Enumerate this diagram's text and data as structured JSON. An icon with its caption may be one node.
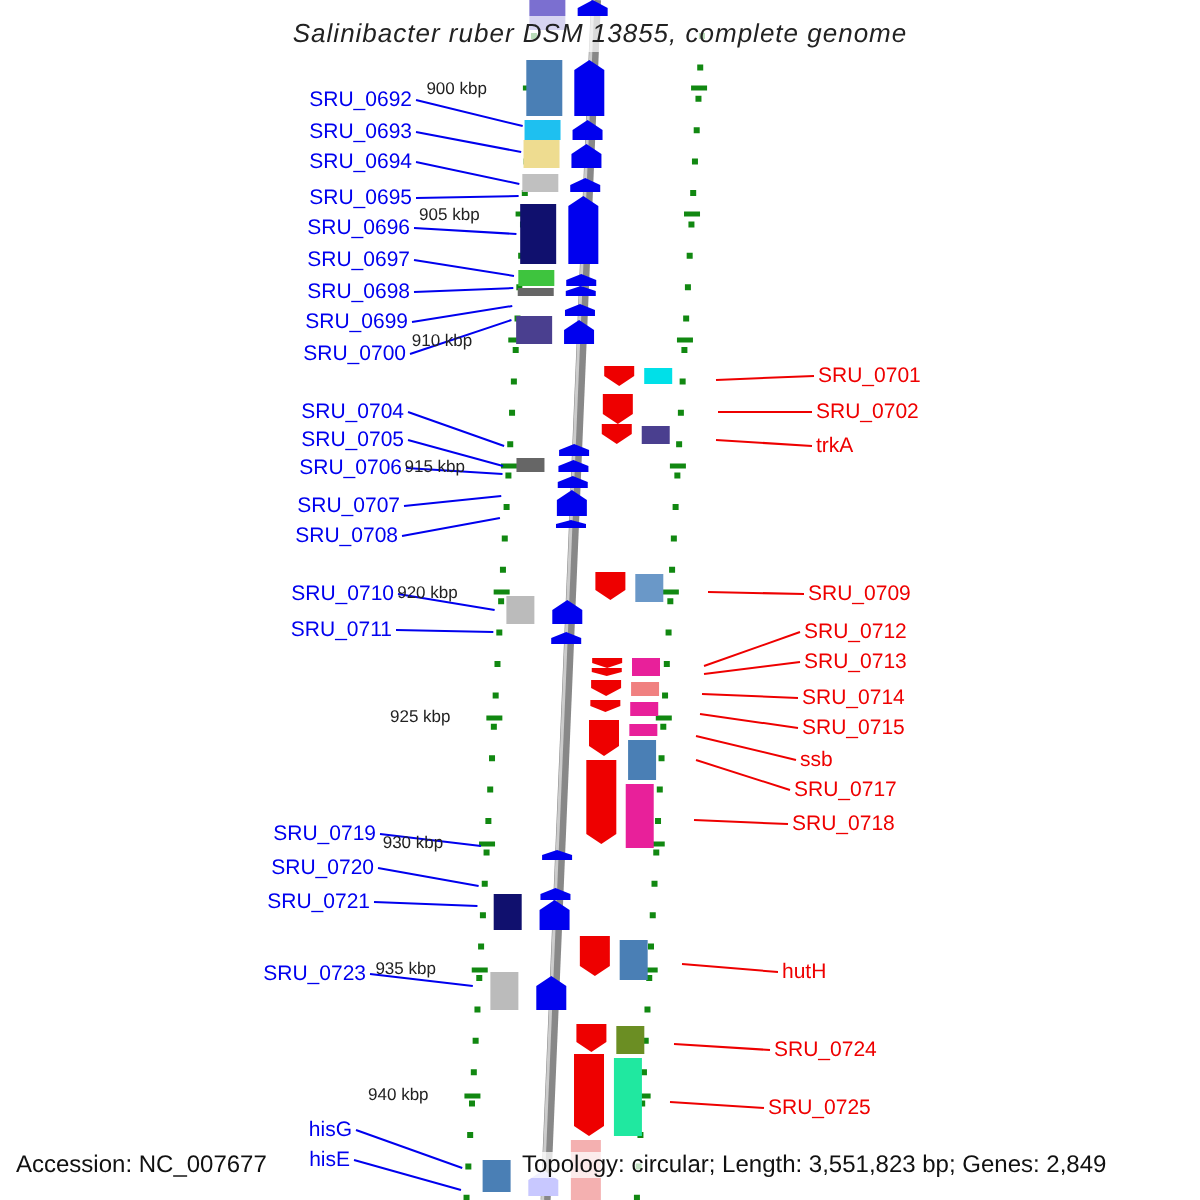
{
  "diagram": {
    "title": "Salinibacter ruber DSM 13855, complete genome",
    "nodes": [
      {
        "text": [
          "SRU_0692"
        ]
      },
      {
        "text": [
          "SRU_0693"
        ]
      },
      {
        "text": [
          "SRU_0694"
        ]
      },
      {
        "text": [
          "SRU_0695"
        ]
      },
      {
        "text": [
          "SRU_0696"
        ]
      },
      {
        "text": [
          "SRU_0697"
        ]
      },
      {
        "text": [
          "SRU_0698"
        ]
      },
      {
        "text": [
          "SRU_0699"
        ]
      },
      {
        "text": [
          "SRU_0700"
        ]
      },
      {
        "text": [
          "SRU_0701"
        ]
      },
      {
        "text": [
          "SRU_0702"
        ]
      },
      {
        "text": [
          "trkA"
        ]
      },
      {
        "text": [
          "SRU_0704"
        ]
      },
      {
        "text": [
          "SRU_0705"
        ]
      },
      {
        "text": [
          "SRU_0706"
        ]
      },
      {
        "text": [
          "SRU_0707"
        ]
      },
      {
        "text": [
          "SRU_0708"
        ]
      },
      {
        "text": [
          "SRU_0710"
        ]
      },
      {
        "text": [
          "SRU_0709"
        ]
      },
      {
        "text": [
          "SRU_0711"
        ]
      },
      {
        "text": [
          "SRU_0712"
        ]
      },
      {
        "text": [
          "SRU_0713"
        ]
      },
      {
        "text": [
          "SRU_0714"
        ]
      },
      {
        "text": [
          "SRU_0715"
        ]
      },
      {
        "text": [
          "ssb"
        ]
      },
      {
        "text": [
          "SRU_0717"
        ]
      },
      {
        "text": [
          "SRU_0718"
        ]
      },
      {
        "text": [
          "SRU_0719"
        ]
      },
      {
        "text": [
          "SRU_0720"
        ]
      },
      {
        "text": [
          "SRU_0721"
        ]
      },
      {
        "text": [
          "hutH"
        ]
      },
      {
        "text": [
          "SRU_0723"
        ]
      },
      {
        "text": [
          "SRU_0724"
        ]
      },
      {
        "text": [
          "SRU_0725"
        ]
      },
      {
        "text": [
          "hisG"
        ]
      },
      {
        "text": [
          "hisE"
        ]
      }
    ],
    "edges": [
      {
        "from": 0,
        "to": null,
        "arrow": "none"
      },
      {
        "from": 1,
        "to": null,
        "arrow": "none"
      },
      {
        "from": 2,
        "to": null,
        "arrow": "none"
      },
      {
        "from": 3,
        "to": null,
        "arrow": "none"
      },
      {
        "from": 4,
        "to": null,
        "arrow": "none"
      },
      {
        "from": 5,
        "to": null,
        "arrow": "none"
      },
      {
        "from": 6,
        "to": null,
        "arrow": "none"
      },
      {
        "from": 7,
        "to": null,
        "arrow": "none"
      },
      {
        "from": 8,
        "to": null,
        "arrow": "none"
      },
      {
        "from": 9,
        "to": null,
        "arrow": "none",
        "color": "#ee0000"
      },
      {
        "from": 10,
        "to": null,
        "arrow": "none",
        "color": "#ee0000"
      },
      {
        "from": 11,
        "to": null,
        "arrow": "none",
        "color": "#ee0000"
      },
      {
        "from": 12,
        "to": null,
        "arrow": "none"
      },
      {
        "from": 13,
        "to": null,
        "arrow": "none"
      },
      {
        "from": 14,
        "to": null,
        "arrow": "none"
      },
      {
        "from": 15,
        "to": null,
        "arrow": "none"
      },
      {
        "from": 16,
        "to": null,
        "arrow": "none"
      },
      {
        "from": 17,
        "to": null,
        "arrow": "none"
      },
      {
        "from": 18,
        "to": null,
        "arrow": "none",
        "color": "#ee0000"
      },
      {
        "from": 19,
        "to": null,
        "arrow": "none"
      },
      {
        "from": 20,
        "to": null,
        "arrow": "none",
        "color": "#ee0000"
      },
      {
        "from": 21,
        "to": null,
        "arrow": "none",
        "color": "#ee0000"
      },
      {
        "from": 22,
        "to": null,
        "arrow": "none",
        "color": "#ee0000"
      },
      {
        "from": 23,
        "to": null,
        "arrow": "none",
        "color": "#ee0000"
      },
      {
        "from": 24,
        "to": null,
        "arrow": "none",
        "color": "#ee0000"
      },
      {
        "from": 25,
        "to": null,
        "arrow": "none",
        "color": "#ee0000"
      },
      {
        "from": 26,
        "to": null,
        "arrow": "none",
        "color": "#ee0000"
      },
      {
        "from": 27,
        "to": null,
        "arrow": "none"
      },
      {
        "from": 28,
        "to": null,
        "arrow": "none"
      },
      {
        "from": 29,
        "to": null,
        "arrow": "none"
      },
      {
        "from": 30,
        "to": null,
        "arrow": "none",
        "color": "#ee0000"
      },
      {
        "from": 31,
        "to": null,
        "arrow": "none"
      },
      {
        "from": 32,
        "to": null,
        "arrow": "none",
        "color": "#ee0000"
      },
      {
        "from": 33,
        "to": null,
        "arrow": "none",
        "color": "#ee0000"
      },
      {
        "from": 34,
        "to": null,
        "arrow": "none"
      },
      {
        "from": 35,
        "to": null,
        "arrow": "none"
      }
    ],
    "labels": [
      "900 kbp",
      "905 kbp",
      "910 kbp",
      "915 kbp",
      "920 kbp",
      "925 kbp",
      "930 kbp",
      "935 kbp",
      "940 kbp",
      "Accession: NC_007677",
      "Topology: circular; Length: 3,551,823 bp; Genes: 2,849"
    ]
  }
}
